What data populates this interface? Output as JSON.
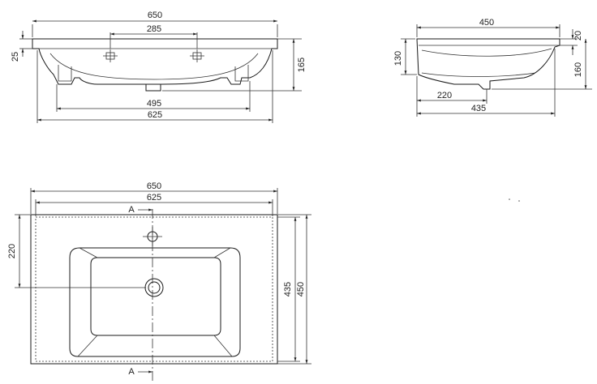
{
  "front_view": {
    "dimensions": {
      "overall_width": "650",
      "tap_spacing": "285",
      "rim_height": "25",
      "total_height": "165",
      "inner_width": "495",
      "bottom_width": "625"
    }
  },
  "side_view": {
    "dimensions": {
      "depth": "450",
      "rim": "20",
      "basin_height": "130",
      "overall_height": "160",
      "drain_offset": "220",
      "base_depth": "435"
    }
  },
  "top_view": {
    "dimensions": {
      "overall_width": "650",
      "inner_width": "625",
      "drain_offset": "220",
      "inner_depth": "435",
      "overall_depth": "450"
    },
    "section_labels": {
      "top": "A",
      "bottom": "A"
    }
  }
}
